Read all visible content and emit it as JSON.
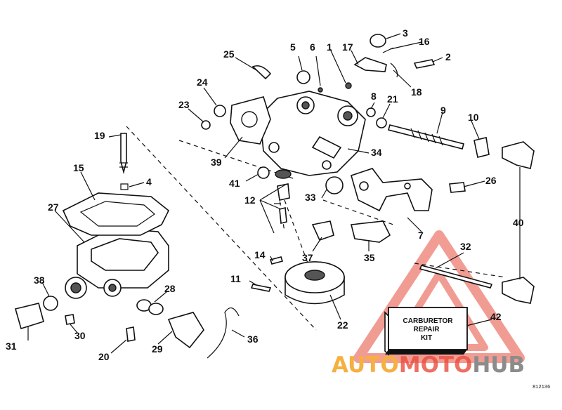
{
  "callouts": [
    {
      "label": "1"
    },
    {
      "label": "2"
    },
    {
      "label": "3"
    },
    {
      "label": "4"
    },
    {
      "label": "5"
    },
    {
      "label": "6"
    },
    {
      "label": "7"
    },
    {
      "label": "8"
    },
    {
      "label": "9"
    },
    {
      "label": "10"
    },
    {
      "label": "11"
    },
    {
      "label": "12"
    },
    {
      "label": "14"
    },
    {
      "label": "15"
    },
    {
      "label": "16"
    },
    {
      "label": "17"
    },
    {
      "label": "18"
    },
    {
      "label": "19"
    },
    {
      "label": "20"
    },
    {
      "label": "21"
    },
    {
      "label": "22"
    },
    {
      "label": "23"
    },
    {
      "label": "24"
    },
    {
      "label": "25"
    },
    {
      "label": "26"
    },
    {
      "label": "27"
    },
    {
      "label": "28"
    },
    {
      "label": "29"
    },
    {
      "label": "30"
    },
    {
      "label": "31"
    },
    {
      "label": "32"
    },
    {
      "label": "33"
    },
    {
      "label": "34"
    },
    {
      "label": "35"
    },
    {
      "label": "36"
    },
    {
      "label": "37"
    },
    {
      "label": "38"
    },
    {
      "label": "39"
    },
    {
      "label": "40"
    },
    {
      "label": "41"
    },
    {
      "label": "42"
    }
  ],
  "repair_kit": {
    "line1": "CARBURETOR",
    "line2": "REPAIR",
    "line3": "KIT"
  },
  "watermark": {
    "part1": "AUTO",
    "part2": "MOTO",
    "part3": "HUB",
    "color_orange": "#f5b041",
    "color_red": "#e74c3c",
    "color_gray": "#8c8c8c"
  },
  "drawing_code": "812136"
}
